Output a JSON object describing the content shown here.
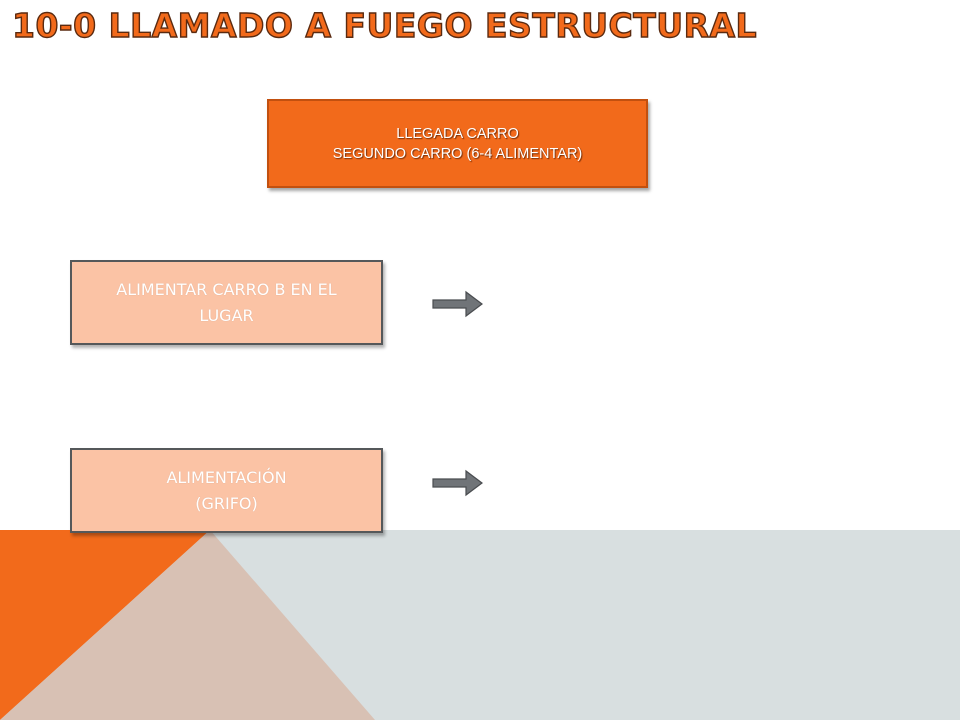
{
  "slide": {
    "title": "10-0 LLAMADO A FUEGO ESTRUCTURAL"
  },
  "header_box": {
    "line1": "LLEGADA CARRO",
    "line2": "SEGUNDO CARRO (6-4 ALIMENTAR)"
  },
  "steps": [
    {
      "line1": "ALIMENTAR CARRO B EN EL",
      "line2": "LUGAR",
      "arrow_icon": "right-arrow-icon"
    },
    {
      "line1": "ALIMENTACIÓN",
      "line2": "(GRIFO)",
      "arrow_icon": "right-arrow-icon"
    }
  ],
  "colors": {
    "accent_orange": "#f26a1b",
    "step_fill": "#fbc3a5",
    "band_gray": "#d8dfe0",
    "triangle_tan": "#d8c1b4",
    "arrow_gray": "#707478"
  }
}
